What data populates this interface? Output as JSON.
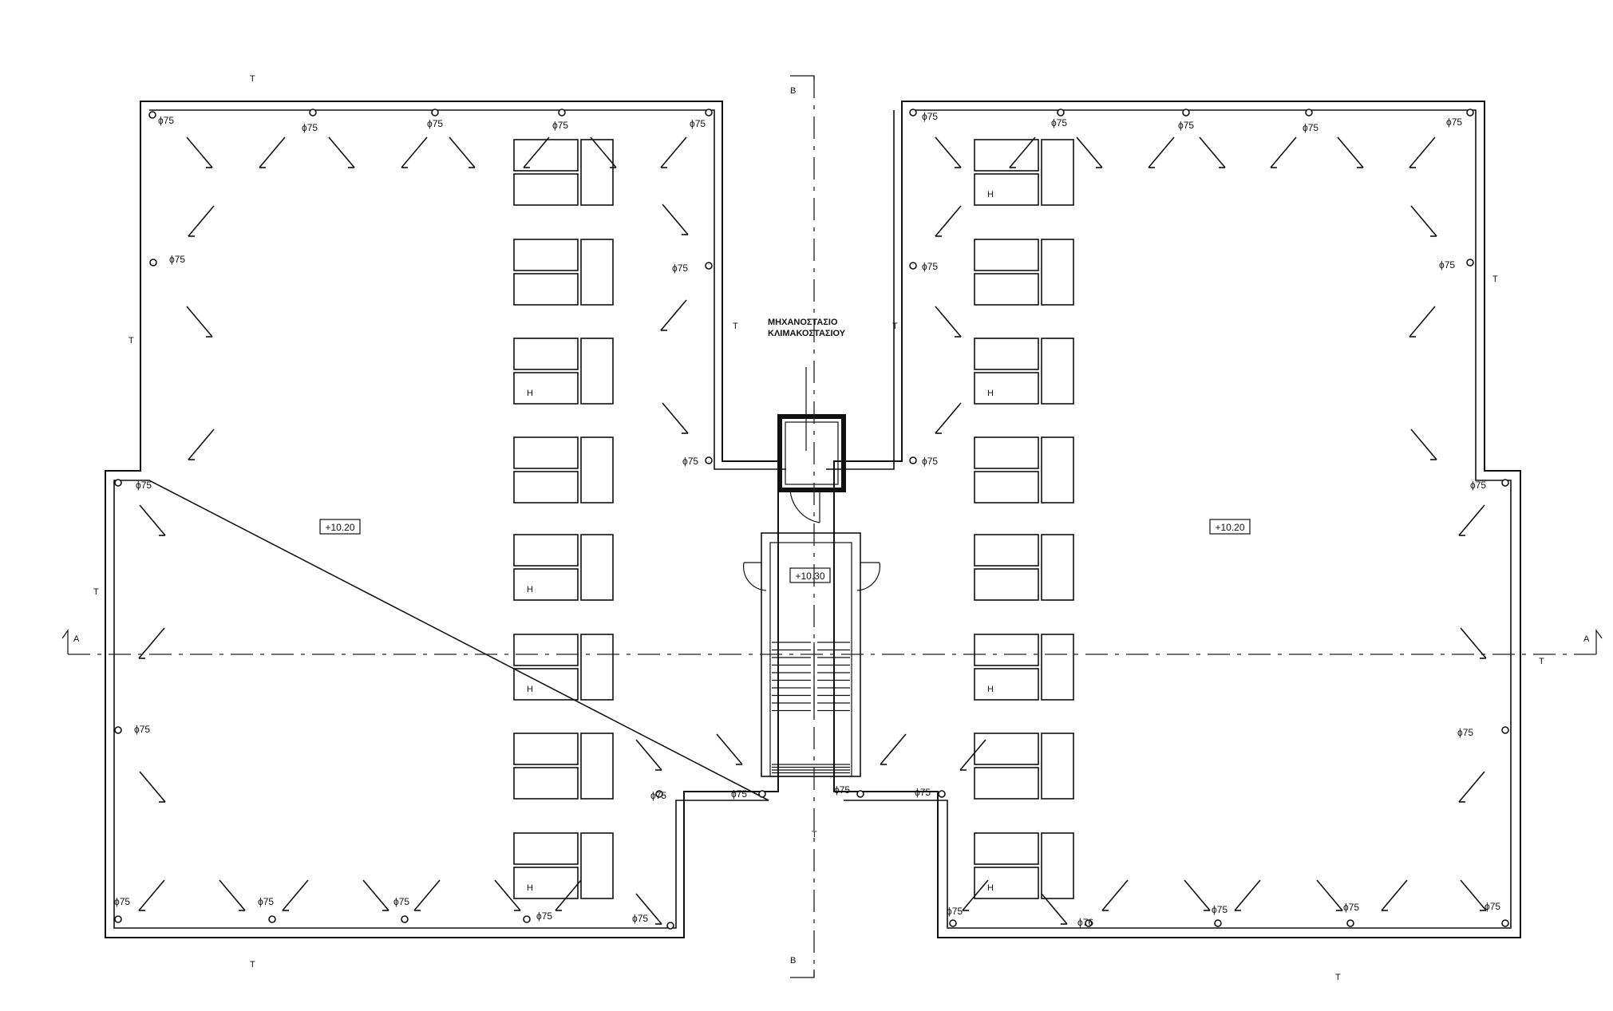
{
  "drawing": {
    "room_label_line1": "ΜΗΧΑΝΟΣΤΑΣΙΟ",
    "room_label_line2": "ΚΛΙΜΑΚΟΣΤΑΣΙΟΥ",
    "level_left": "+10.20",
    "level_right": "+10.20",
    "level_stair": "+10.30",
    "section_a": "A",
    "section_b": "B",
    "edge_mark": "T",
    "equipment_mark": "H",
    "drain_label": "ϕ75",
    "drain_label_variant": "ϕ76"
  }
}
